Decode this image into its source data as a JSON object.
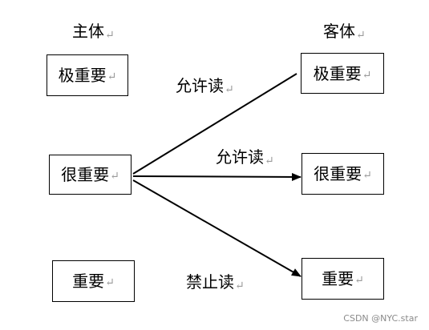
{
  "headings": {
    "subject": "主体",
    "object": "客体"
  },
  "subjects": {
    "top": "极重要",
    "middle": "很重要",
    "bottom": "重要"
  },
  "objects": {
    "top": "极重要",
    "middle": "很重要",
    "bottom": "重要"
  },
  "edges": {
    "to_top": "允许读",
    "to_middle": "允许读",
    "to_bottom": "禁止读"
  },
  "paragraph_mark": "↵",
  "watermark": "CSDN @NYC.star"
}
